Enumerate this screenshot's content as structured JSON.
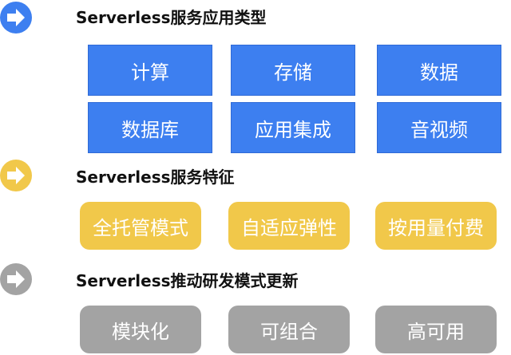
{
  "sections": [
    {
      "title": "Serverless服务应用类型",
      "icon": "arrow-right-circle-icon",
      "color": "#3d7ff0",
      "items": [
        "计算",
        "存储",
        "数据",
        "数据库",
        "应用集成",
        "音视频"
      ]
    },
    {
      "title": "Serverless服务特征",
      "icon": "arrow-right-circle-icon",
      "color": "#f1c84a",
      "items": [
        "全托管模式",
        "自适应弹性",
        "按用量付费"
      ]
    },
    {
      "title": "Serverless推动研发模式更新",
      "icon": "arrow-right-circle-icon",
      "color": "#a3a3a3",
      "items": [
        "模块化",
        "可组合",
        "高可用"
      ]
    }
  ]
}
